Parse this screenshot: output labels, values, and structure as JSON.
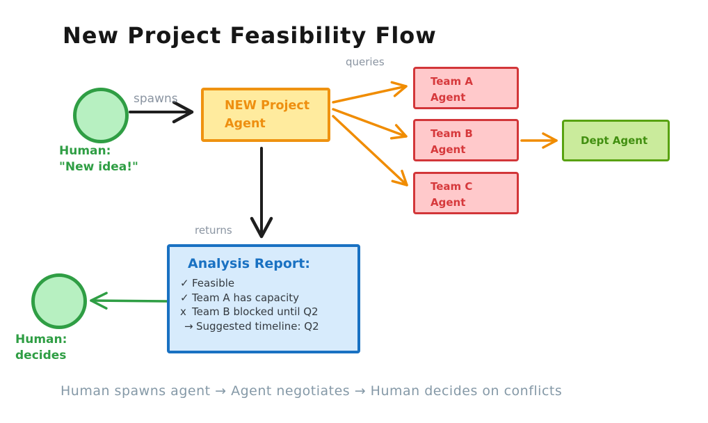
{
  "title": "New Project Feasibility Flow",
  "colors": {
    "green_stroke": "#2f9e44",
    "green_fill": "#b7f0c1",
    "orange_stroke": "#ef9210",
    "orange_fill": "#ffeb9e",
    "orange_arrow": "#f08c00",
    "red_stroke": "#d23639",
    "red_fill": "#ffc9cb",
    "olive_stroke": "#58a211",
    "olive_fill": "#caeb9c",
    "blue_stroke": "#1971c2",
    "blue_fill": "#d7ebfc",
    "black_arrow": "#1e1e1e",
    "gray_label": "#8a94a1",
    "caption_gray": "#8599a7"
  },
  "human_start": {
    "line1": "Human:",
    "line2": "\"New idea!\""
  },
  "human_end": {
    "line1": "Human:",
    "line2": "decides"
  },
  "edge_labels": {
    "spawns": "spawns",
    "queries": "queries",
    "returns": "returns"
  },
  "project_agent": {
    "line1": "NEW Project",
    "line2": "Agent"
  },
  "teams": [
    {
      "line1": "Team A",
      "line2": "Agent"
    },
    {
      "line1": "Team B",
      "line2": "Agent"
    },
    {
      "line1": "Team C",
      "line2": "Agent"
    }
  ],
  "dept_agent": {
    "label": "Dept Agent"
  },
  "report": {
    "title": "Analysis Report:",
    "items": [
      {
        "bullet": "✓",
        "text": "Feasible"
      },
      {
        "bullet": "✓",
        "text": "Team A has capacity"
      },
      {
        "bullet": "x",
        "text": "Team B blocked until Q2"
      },
      {
        "bullet": "→",
        "text": "Suggested timeline: Q2"
      }
    ]
  },
  "caption": "Human spawns agent → Agent negotiates → Human decides on conflicts"
}
